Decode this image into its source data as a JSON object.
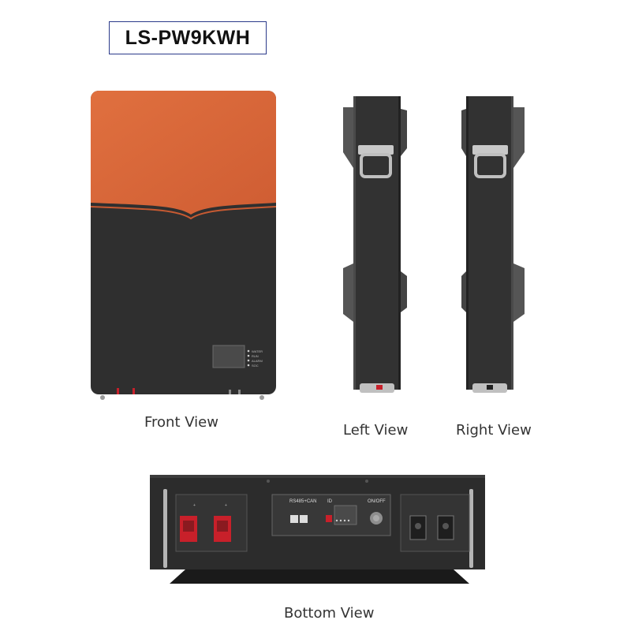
{
  "title": "LS-PW9KWH",
  "views": {
    "front": "Front View",
    "left": "Left View",
    "right": "Right View",
    "bottom": "Bottom View"
  },
  "front_panel": {
    "indicators": [
      "WATER",
      "RUN",
      "ALARM",
      "SOC"
    ]
  },
  "bottom_panel": {
    "comm_label": "RS485+CAN",
    "id_label": "ID",
    "switch_label": "ON/OFF"
  },
  "colors": {
    "orange": "#d9653d",
    "body": "#2f2f2f",
    "title_border": "#2b3a8a",
    "terminal_red": "#c8202a"
  }
}
